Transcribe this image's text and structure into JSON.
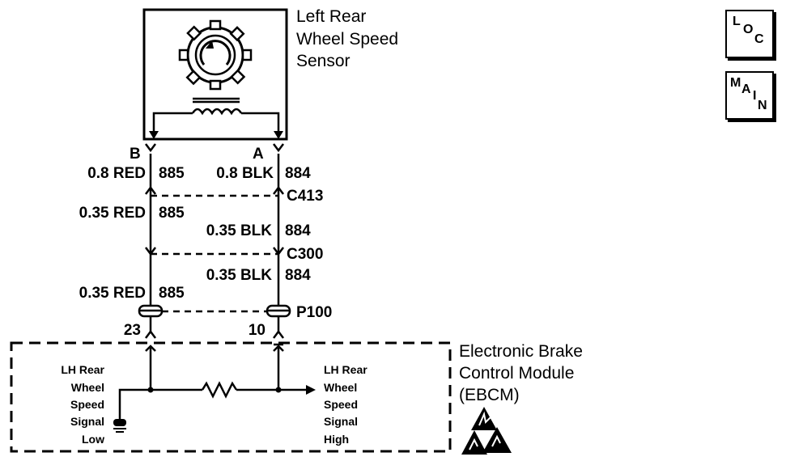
{
  "sensor": {
    "title_lines": [
      "Left Rear",
      "Wheel Speed",
      "Sensor"
    ],
    "terminal_b": "B",
    "terminal_a": "A"
  },
  "wires": {
    "b_seg1": "0.8 RED",
    "b_circuit1": "885",
    "a_seg1": "0.8 BLK",
    "a_circuit1": "884",
    "b_seg2": "0.35 RED",
    "b_circuit2": "885",
    "a_seg2": "0.35 BLK",
    "a_circuit2": "884",
    "a_seg3": "0.35 BLK",
    "a_circuit3": "884",
    "b_seg3": "0.35 RED",
    "b_circuit3": "885"
  },
  "connectors": {
    "c413": "C413",
    "c300": "C300",
    "p100": "P100",
    "pin_b": "23",
    "pin_a": "10"
  },
  "module": {
    "title_lines": [
      "Electronic Brake",
      "Control Module",
      "(EBCM)"
    ],
    "low_label_lines": [
      "LH Rear",
      "Wheel",
      "Speed",
      "Signal",
      "Low"
    ],
    "high_label_lines": [
      "LH Rear",
      "Wheel",
      "Speed",
      "Signal",
      "High"
    ]
  },
  "nav": {
    "loc": [
      "L",
      "O",
      "C"
    ],
    "main": [
      "M",
      "A",
      "I",
      "N"
    ]
  }
}
